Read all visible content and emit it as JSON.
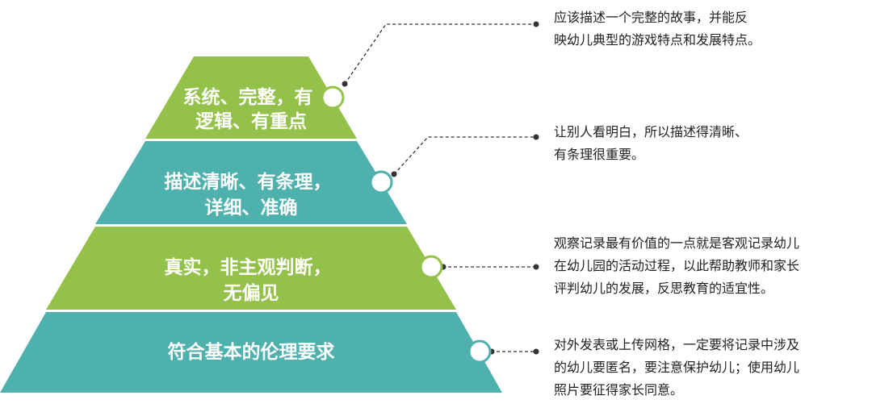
{
  "colors": {
    "green": "#94c149",
    "teal": "#4fb1ae",
    "line": "#333333"
  },
  "tiers": [
    {
      "label_lines": [
        "系统、完整，有",
        "逻辑、有重点"
      ],
      "color": "#94c149",
      "description_lines": [
        "应该描述一个完整的故事，并能反",
        "映幼儿典型的游戏特点和发展特点。"
      ]
    },
    {
      "label_lines": [
        "描述清晰、有条理，",
        "详细、准确"
      ],
      "color": "#4fb1ae",
      "description_lines": [
        "让别人看明白，所以描述得清晰、",
        "有条理很重要。"
      ]
    },
    {
      "label_lines": [
        "真实，非主观判断，",
        "无偏见"
      ],
      "color": "#94c149",
      "description_lines": [
        "观察记录最有价值的一点就是客观记录幼儿",
        "在幼儿园的活动过程，以此帮助教师和家长",
        "评判幼儿的发展，反思教育的适宜性。"
      ]
    },
    {
      "label_lines": [
        "符合基本的伦理要求"
      ],
      "color": "#4fb1ae",
      "description_lines": [
        "对外发表或上传网格，一定要将记录中涉及",
        "的幼儿要匿名，要注意保护幼儿；使用幼儿",
        "照片要征得家长同意。"
      ]
    }
  ]
}
